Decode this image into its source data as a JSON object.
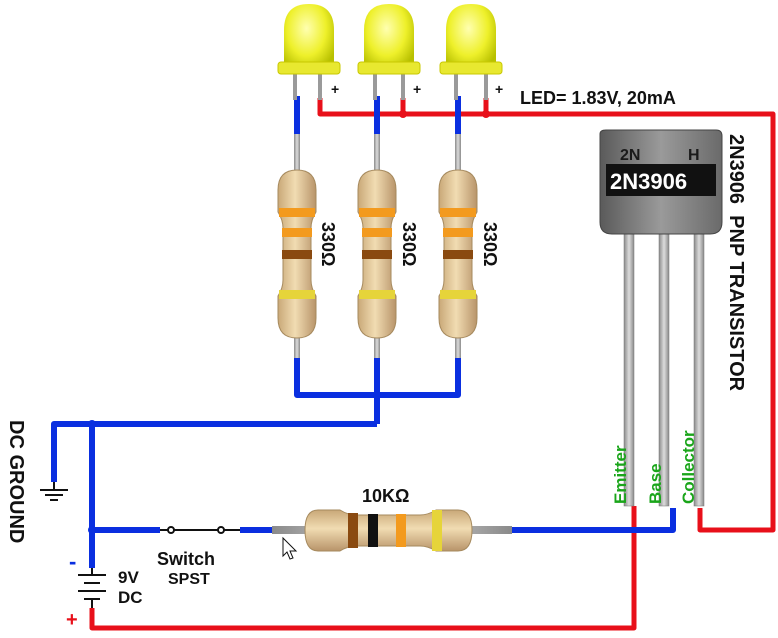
{
  "led_spec": "LED= 1.83V, 20mA",
  "led_plus": [
    "+",
    "+",
    "+"
  ],
  "resistor_led_values": [
    "330Ω",
    "330Ω",
    "330Ω"
  ],
  "transistor": {
    "part": "2N3906",
    "body_marks": [
      "2N",
      "H"
    ],
    "side_label": "2N3906  PNP TRANSISTOR",
    "pins": [
      "Emitter",
      "Base",
      "Collector"
    ]
  },
  "base_resistor": "10KΩ",
  "switch": {
    "title": "Switch",
    "type": "SPST"
  },
  "battery": {
    "volts": "9V",
    "kind": "DC",
    "minus": "-",
    "plus": "+"
  },
  "ground_label": "DC GROUND",
  "colors": {
    "wire_negative": "#0a2fe0",
    "wire_positive": "#e8101a",
    "label_green": "#1aa51a",
    "led": "#f2f23a",
    "resistor_body": "#e3c89a",
    "band_orange": "#f39a1e",
    "band_brown": "#8a4a10",
    "band_gold": "#e6d43a"
  }
}
